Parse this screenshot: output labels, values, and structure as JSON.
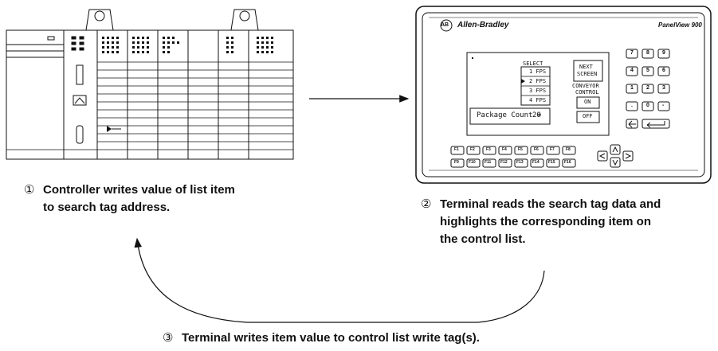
{
  "terminal": {
    "brand": "Allen-Bradley",
    "model": "PanelView 900",
    "logo": "AB",
    "screen": {
      "select_label": "SELECT",
      "list_items": [
        "1 FPS",
        "2 FPS",
        "3 FPS",
        "4 FPS"
      ],
      "highlighted_index": 1,
      "next_screen_label": [
        "NEXT",
        "SCREEN"
      ],
      "conveyor_label": [
        "CONVEYOR",
        "CONTROL"
      ],
      "on_label": "ON",
      "off_label": "OFF",
      "package_label": "Package Count =",
      "package_value": "20"
    },
    "keypad": [
      "7",
      "8",
      "9",
      "4",
      "5",
      "6",
      "1",
      "2",
      "3",
      ".",
      "0",
      "-"
    ],
    "fkeys_row1": [
      "F1",
      "F2",
      "F3",
      "F4",
      "F5",
      "F6",
      "F7",
      "F8"
    ],
    "fkeys_row2": [
      "F9",
      "F10",
      "F11",
      "F12",
      "F13",
      "F14",
      "F15",
      "F16"
    ]
  },
  "captions": {
    "c1_num": "①",
    "c1_line1": "Controller writes value of list item",
    "c1_line2": "to search tag address.",
    "c2_num": "②",
    "c2_line1": "Terminal reads the search tag data and",
    "c2_line2": "highlights the corresponding item on",
    "c2_line3": "the control list.",
    "c3_num": "③",
    "c3_text": "Terminal writes item value to control list write tag(s)."
  }
}
